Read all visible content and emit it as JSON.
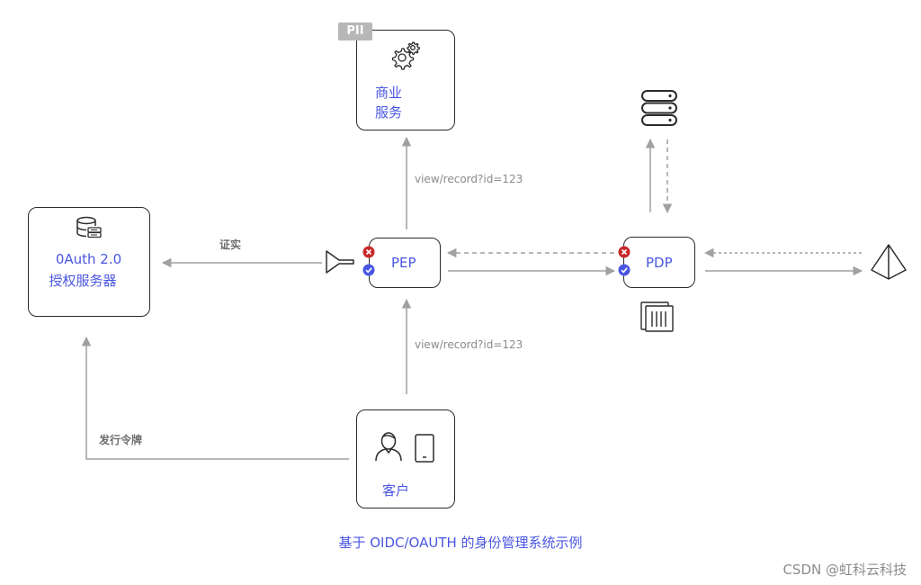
{
  "nodes": {
    "oauth": {
      "line1": "0Auth 2.0",
      "line2": "授权服务器"
    },
    "business": {
      "line1": "商业",
      "line2": "服务",
      "badge": "PII"
    },
    "pep": {
      "label": "PEP"
    },
    "pdp": {
      "label": "PDP"
    },
    "client": {
      "label": "客户"
    }
  },
  "edges": {
    "verify": "证实",
    "issue_token": "发行令牌",
    "request_top": "view/record?id=123",
    "request_bottom": "view/record?id=123"
  },
  "caption": "基于 OIDC/OAUTH 的身份管理系统示例",
  "watermark": "CSDN @虹科云科技",
  "colors": {
    "accent": "#4a56e2",
    "deny": "#c62828",
    "allow": "#4a56e2",
    "line": "#a0a0a0"
  },
  "icons": [
    "database-icon",
    "gear-icon",
    "server-stack-icon",
    "user-icon",
    "tablet-icon",
    "funnel-icon",
    "prism-icon",
    "document-icon",
    "deny-icon",
    "allow-icon"
  ]
}
